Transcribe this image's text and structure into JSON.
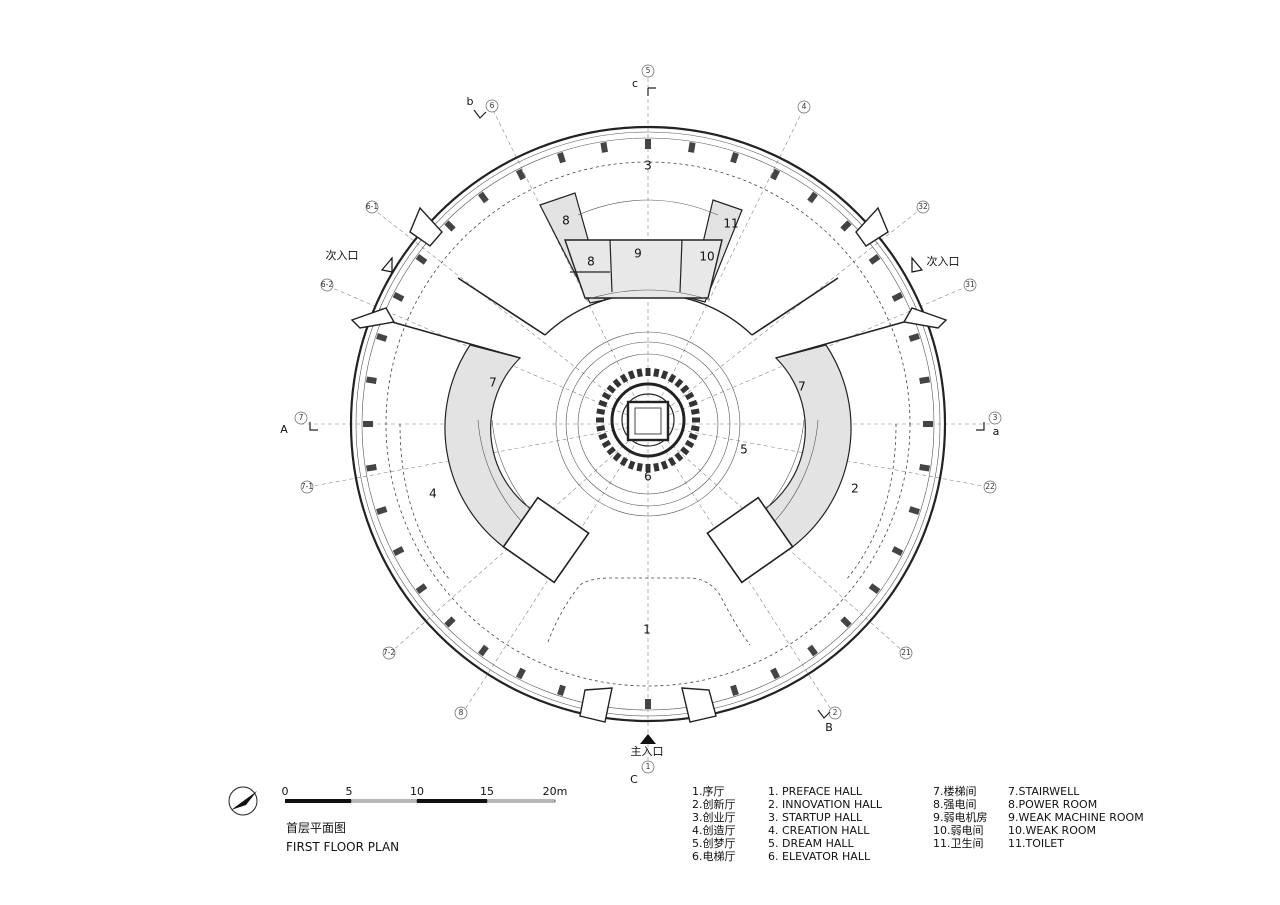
{
  "rooms": {
    "r1": "1",
    "r2": "2",
    "r3": "3",
    "r4": "4",
    "r5": "5",
    "r6": "6",
    "r7a": "7",
    "r7b": "7",
    "r8a": "8",
    "r8b": "8",
    "r9": "9",
    "r10": "10",
    "r11": "11"
  },
  "axes": {
    "a1": "1",
    "a2": "2",
    "a21": "21",
    "a22": "22",
    "a3": "3",
    "a31": "31",
    "a32": "32",
    "a4": "4",
    "a5": "5",
    "a6": "6",
    "a61": "6-1",
    "a62": "6-2",
    "a7": "7",
    "a71": "7-1",
    "a72": "7-2",
    "a8": "8"
  },
  "sections": {
    "c_top": "c",
    "c_bottom": "C",
    "b_top": "b",
    "b_bottom": "B",
    "a_left": "A",
    "a_right": "a"
  },
  "entrances": {
    "main": "主入口",
    "secondary_left": "次入口",
    "secondary_right": "次入口"
  },
  "scale": {
    "ticks": [
      "0",
      "5",
      "10",
      "15",
      "20m"
    ]
  },
  "title": {
    "cn": "首层平面图",
    "en": "FIRST FLOOR PLAN"
  },
  "legend": {
    "col1": [
      "1.序厅",
      "2.创新厅",
      "3.创业厅",
      "4.创造厅",
      "5.创梦厅",
      "6.电梯厅"
    ],
    "col2": [
      "1. PREFACE HALL",
      "2. INNOVATION HALL",
      "3. STARTUP HALL",
      "4. CREATION HALL",
      "5. DREAM HALL",
      "6. ELEVATOR HALL"
    ],
    "col3": [
      "7.楼梯间",
      "8.强电间",
      "9.弱电机房",
      "10.弱电间",
      "11.卫生间"
    ],
    "col4": [
      "7.STAIRWELL",
      "8.POWER ROOM",
      "9.WEAK MACHINE ROOM",
      "10.WEAK ROOM",
      "11.TOILET"
    ]
  }
}
